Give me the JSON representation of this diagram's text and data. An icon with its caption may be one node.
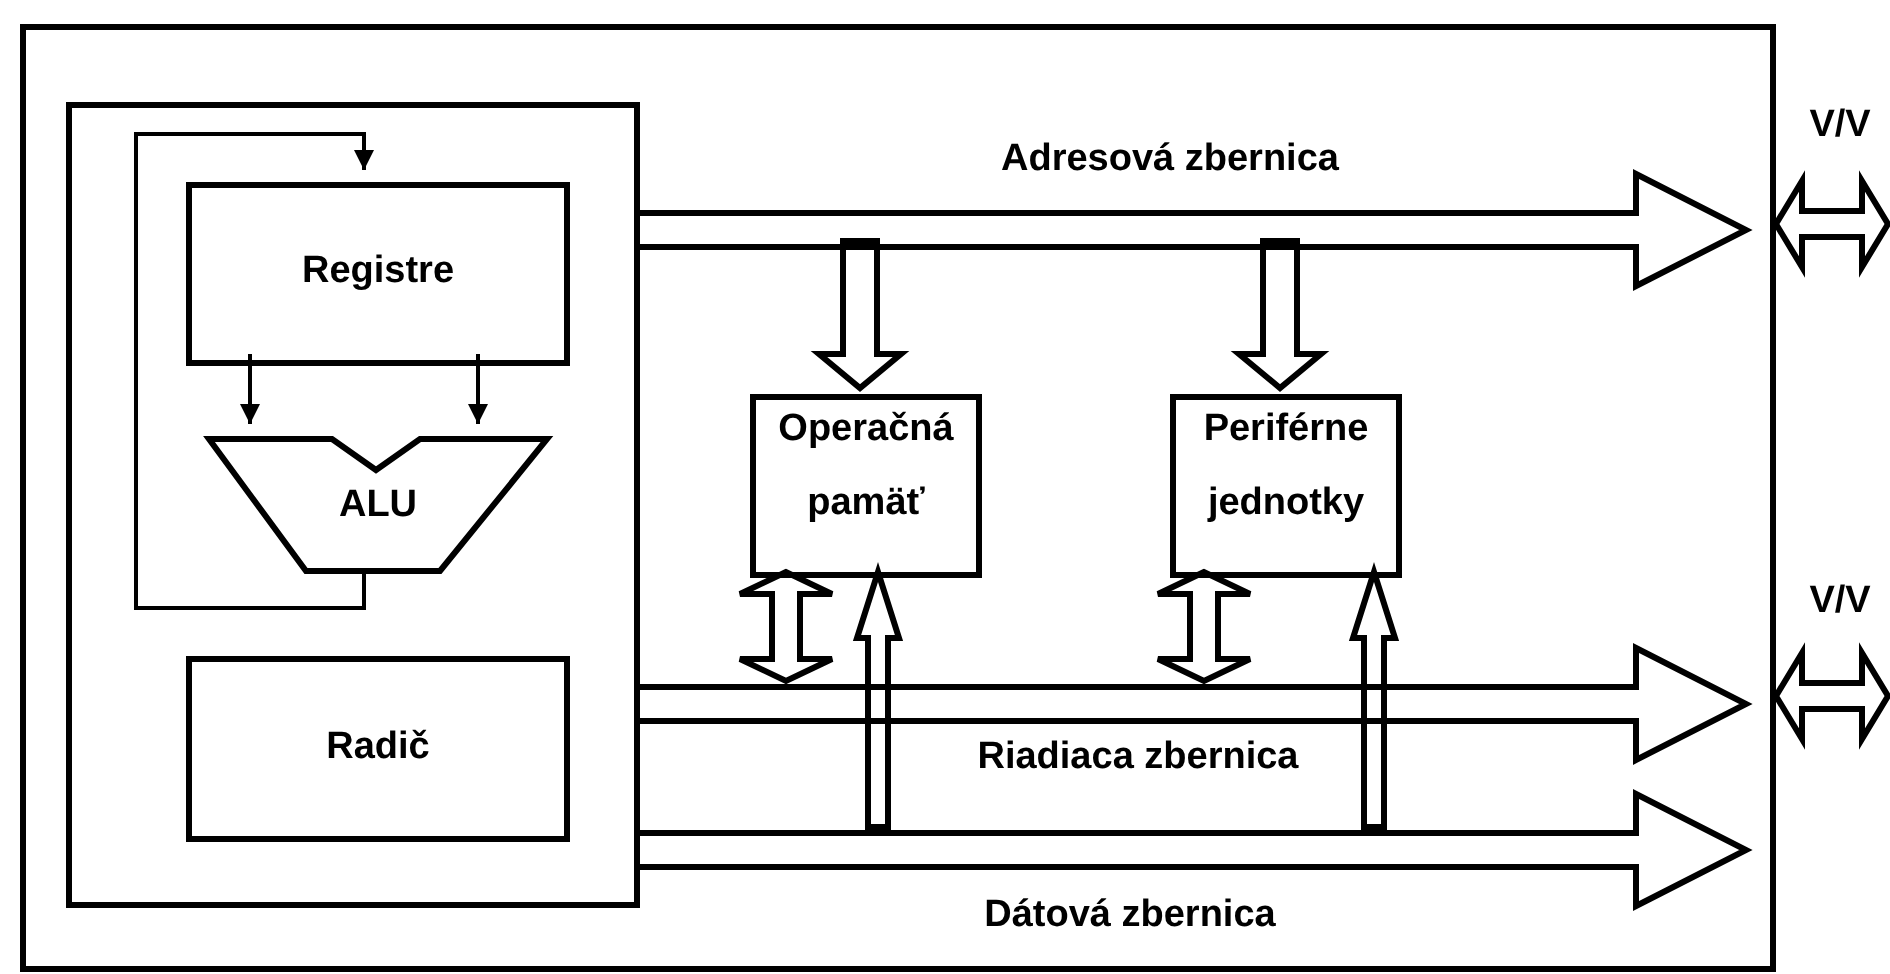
{
  "diagram": {
    "nodes": [
      {
        "text": [],
        "shape": "box"
      },
      {
        "text": [],
        "shape": "box",
        "in": 0
      },
      {
        "text": [
          "Registre"
        ],
        "in": 1
      },
      {
        "text": [
          "ALU"
        ],
        "in": 1
      },
      {
        "text": [
          "Radič"
        ],
        "in": 1
      },
      {
        "text": [
          "Operačná pamäť"
        ],
        "in": 0
      },
      {
        "text": [
          "Periférne jednotky"
        ],
        "in": 0
      },
      {
        "text": [
          "Adresová zbernica"
        ],
        "in": 0
      },
      {
        "text": [
          "Riadiaca zbernica"
        ],
        "in": 0
      },
      {
        "text": [
          "Dátová zbernica"
        ],
        "in": 0
      }
    ],
    "edges": [
      {
        "from": 2,
        "to": 3,
        "arrow": "to"
      },
      {
        "from": 2,
        "to": 3,
        "arrow": "to"
      },
      {
        "from": 3,
        "to": 2,
        "arrow": "to"
      },
      {
        "from": 7,
        "to": 5,
        "arrow": "to"
      },
      {
        "from": 7,
        "to": 6,
        "arrow": "to"
      },
      {
        "from": 5,
        "to": 8,
        "arrow": "both"
      },
      {
        "from": 9,
        "to": 5,
        "arrow": "to"
      },
      {
        "from": 6,
        "to": 8,
        "arrow": "both"
      },
      {
        "from": 9,
        "to": 6,
        "arrow": "to"
      },
      {
        "from": 0,
        "to": null,
        "arrow": "both",
        "label": "V/V"
      },
      {
        "from": 0,
        "to": null,
        "arrow": "both",
        "label": "V/V"
      }
    ]
  }
}
